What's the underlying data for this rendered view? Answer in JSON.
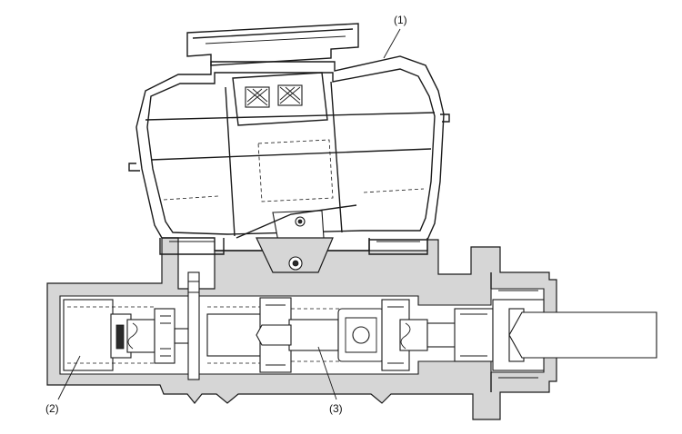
{
  "callouts": [
    {
      "id": "reservoir",
      "text": "(1)"
    },
    {
      "id": "secondary-piston",
      "text": "(2)"
    },
    {
      "id": "primary-piston",
      "text": "(3)"
    }
  ]
}
